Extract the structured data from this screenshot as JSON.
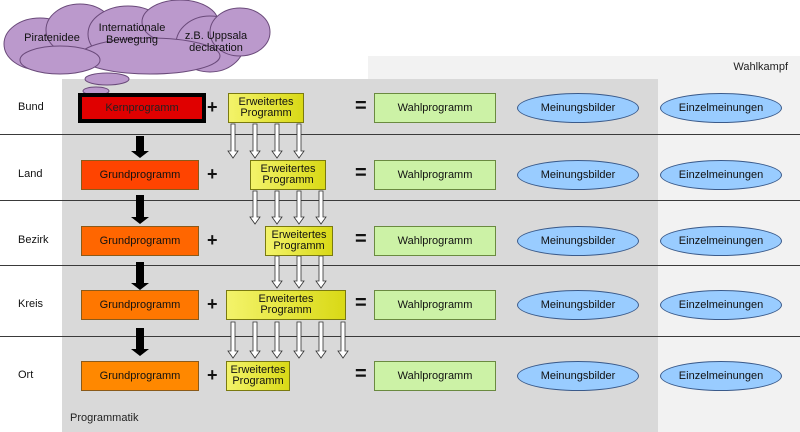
{
  "areas": {
    "wahlkampf": "Wahlkampf",
    "programmatik": "Programmatik"
  },
  "cloud": {
    "items": [
      "Piratenidee",
      "Internationale\nBewegung",
      "z.B. Uppsala\ndeclaration"
    ]
  },
  "levels": [
    {
      "name": "Bund",
      "program": "Kernprogramm",
      "extended": "Erweitertes\nProgramm",
      "result": "Wahlprogramm",
      "opinions": "Meinungsbilder",
      "individual": "Einzelmeinungen"
    },
    {
      "name": "Land",
      "program": "Grundprogramm",
      "extended": "Erweitertes\nProgramm",
      "result": "Wahlprogramm",
      "opinions": "Meinungsbilder",
      "individual": "Einzelmeinungen"
    },
    {
      "name": "Bezirk",
      "program": "Grundprogramm",
      "extended": "Erweitertes\nProgramm",
      "result": "Wahlprogramm",
      "opinions": "Meinungsbilder",
      "individual": "Einzelmeinungen"
    },
    {
      "name": "Kreis",
      "program": "Grundprogramm",
      "extended": "Erweitertes\nProgramm",
      "result": "Wahlprogramm",
      "opinions": "Meinungsbilder",
      "individual": "Einzelmeinungen"
    },
    {
      "name": "Ort",
      "program": "Grundprogramm",
      "extended": "Erweitertes\nProgramm",
      "result": "Wahlprogramm",
      "opinions": "Meinungsbilder",
      "individual": "Einzelmeinungen"
    }
  ],
  "symbols": {
    "plus": "+",
    "equals": "="
  },
  "colors": {
    "kern": "#e00000",
    "grund": [
      "#ff4400",
      "#ff6600",
      "#ff7700",
      "#ff8800"
    ],
    "cloud": "#bb99cc"
  }
}
